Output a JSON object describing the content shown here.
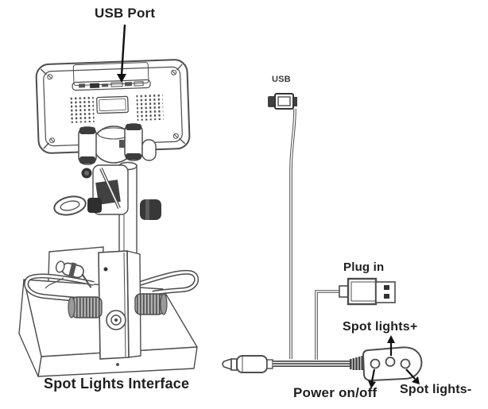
{
  "diagram": {
    "background_color": "#ffffff",
    "line_color": "#4d4d4d",
    "text_color": "#1f1f1f",
    "labels": {
      "usb_port": "USB Port",
      "usb": "USB",
      "plug_in": "Plug in",
      "spot_lights_plus": "Spot lights+",
      "power_on_off": "Power on/off",
      "spot_lights_minus": "Spot lights-",
      "spot_lights_interface": "Spot Lights Interface"
    },
    "parts": {
      "microscope": "digital-microscope-rear-view",
      "usb_connector": "usb-cable-connector",
      "usb_plug": "usb-a-power-plug",
      "audio_jack": "3.5mm-spot-lights-jack",
      "control_pod": "inline-control-pod"
    },
    "control_pod": {
      "button_count": 3,
      "buttons": [
        "Power on/off",
        "Spot lights+",
        "Spot lights-"
      ]
    }
  }
}
